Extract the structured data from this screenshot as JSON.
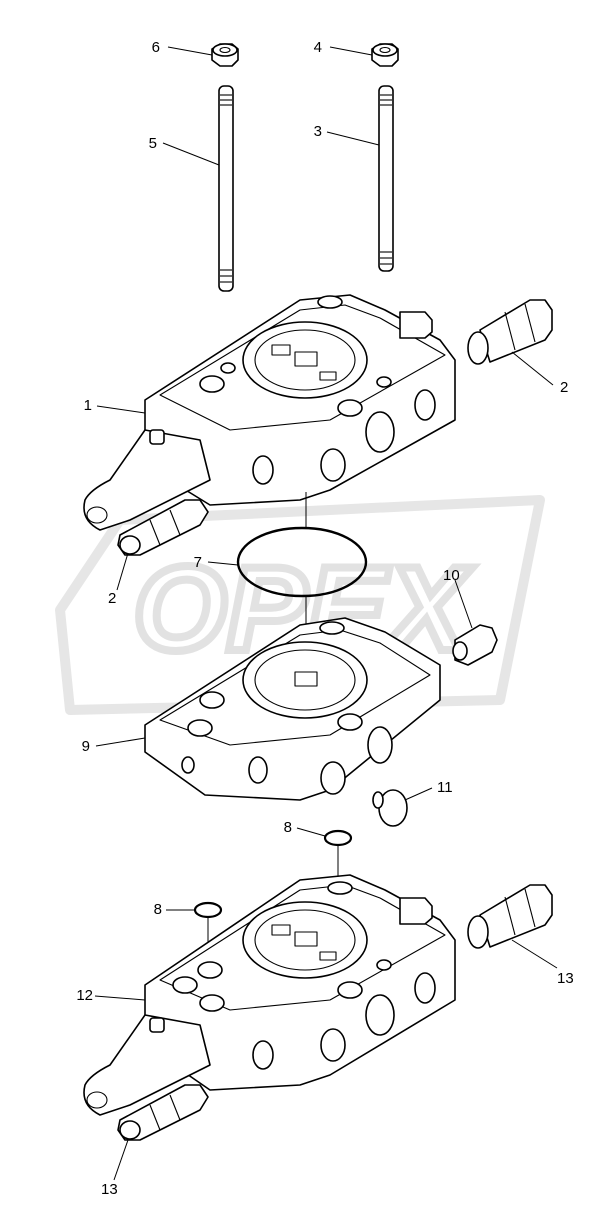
{
  "watermark": {
    "text": "OPEX",
    "color": "#e2e2e2"
  },
  "corner_mark": "",
  "callouts": {
    "c6": "6",
    "c4": "4",
    "c5": "5",
    "c3": "3",
    "c2a": "2",
    "c1": "1",
    "c2b": "2",
    "c7": "7",
    "c10": "10",
    "c9": "9",
    "c11": "11",
    "c8a": "8",
    "c8b": "8",
    "c12": "12",
    "c13a": "13",
    "c13b": "13"
  }
}
